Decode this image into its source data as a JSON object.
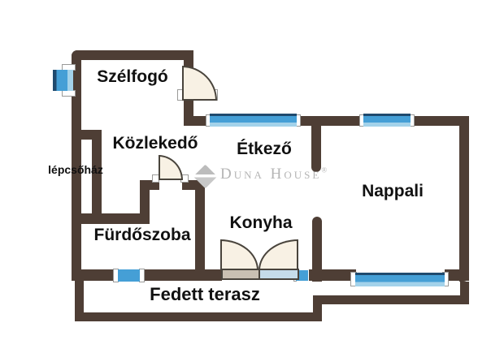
{
  "floorplan": {
    "rooms": [
      {
        "id": "szelfogo",
        "label": "Szélfogó"
      },
      {
        "id": "kozlekedo",
        "label": "Közlekedő"
      },
      {
        "id": "lepcsohaz",
        "label": "lépcsőház"
      },
      {
        "id": "etkezo",
        "label": "Étkező"
      },
      {
        "id": "nappali",
        "label": "Nappali"
      },
      {
        "id": "furdoszoba",
        "label": "Fürdőszoba"
      },
      {
        "id": "konyha",
        "label": "Konyha"
      },
      {
        "id": "fedett_terasz",
        "label": "Fedett terasz"
      }
    ],
    "watermark": {
      "brand": "Duna House",
      "registered": "®"
    },
    "colors": {
      "wall": "#4e3e35",
      "window_blue": "#459fd6",
      "window_dark_edge": "#1f4a6e",
      "window_light_blue": "#a3d2ea",
      "door_fill": "#f8f1e4",
      "door_outline": "#49443c",
      "sill_tan": "#c9c0b2",
      "sill_light_blue": "#c5dcea",
      "label_text": "#111111",
      "watermark_gray": "#b5b5b5",
      "background": "#ffffff"
    }
  }
}
